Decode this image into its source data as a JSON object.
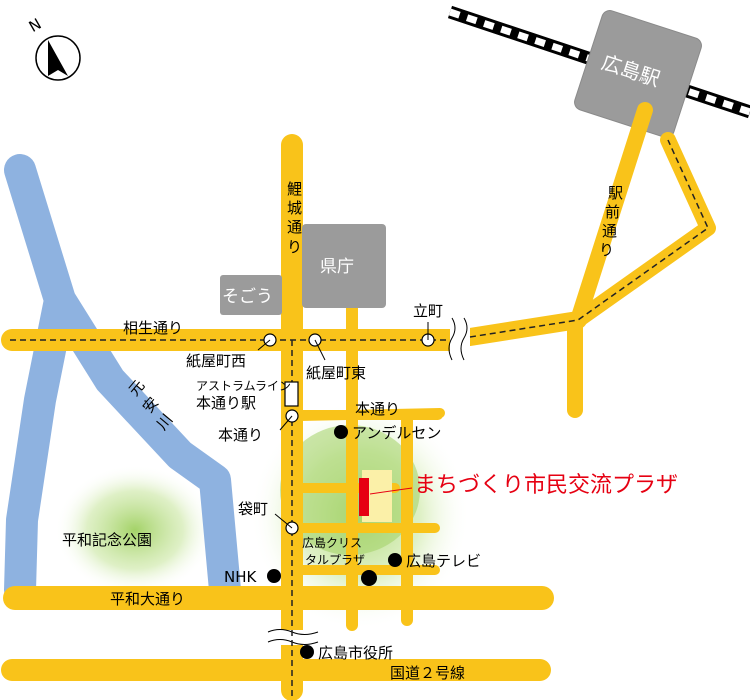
{
  "map": {
    "compass_letter": "N",
    "stations": {
      "hiroshima_station": "広島駅"
    },
    "buildings": {
      "kencho": "県庁",
      "sogo": "そごう"
    },
    "roads": {
      "aioi": "相生通り",
      "rijo": [
        "鯉",
        "城",
        "通",
        "り"
      ],
      "ekimae": [
        "駅",
        "前",
        "通",
        "り"
      ],
      "hondori": "本通り",
      "heiwa_odori": "平和大通り",
      "kokudo2": "国道２号線"
    },
    "stops": {
      "tatemachi": "立町",
      "kamiyacho_nishi": "紙屋町西",
      "kamiyacho_higashi": "紙屋町東",
      "astram_line": "アストラムライン",
      "hondori_station": "本通り駅",
      "hondori_stop": "本通り",
      "fukuromachi": "袋町"
    },
    "river": {
      "name": [
        "元",
        "安",
        "川"
      ]
    },
    "landmarks": {
      "andersen": "アンデルセン",
      "crystal_plaza_line1": "広島クリス",
      "crystal_plaza_line2": "タルプラザ",
      "hiroshima_tv": "広島テレビ",
      "nhk": "NHK",
      "city_hall": "広島市役所",
      "peace_park": "平和記念公園"
    },
    "destination": {
      "label": "まちづくり市民交流プラザ",
      "color": "#e60012"
    },
    "colors": {
      "road": "#f9c31a",
      "river": "#8eb2e0",
      "building": "#9b9b9b",
      "park": "#a8d46a"
    }
  }
}
